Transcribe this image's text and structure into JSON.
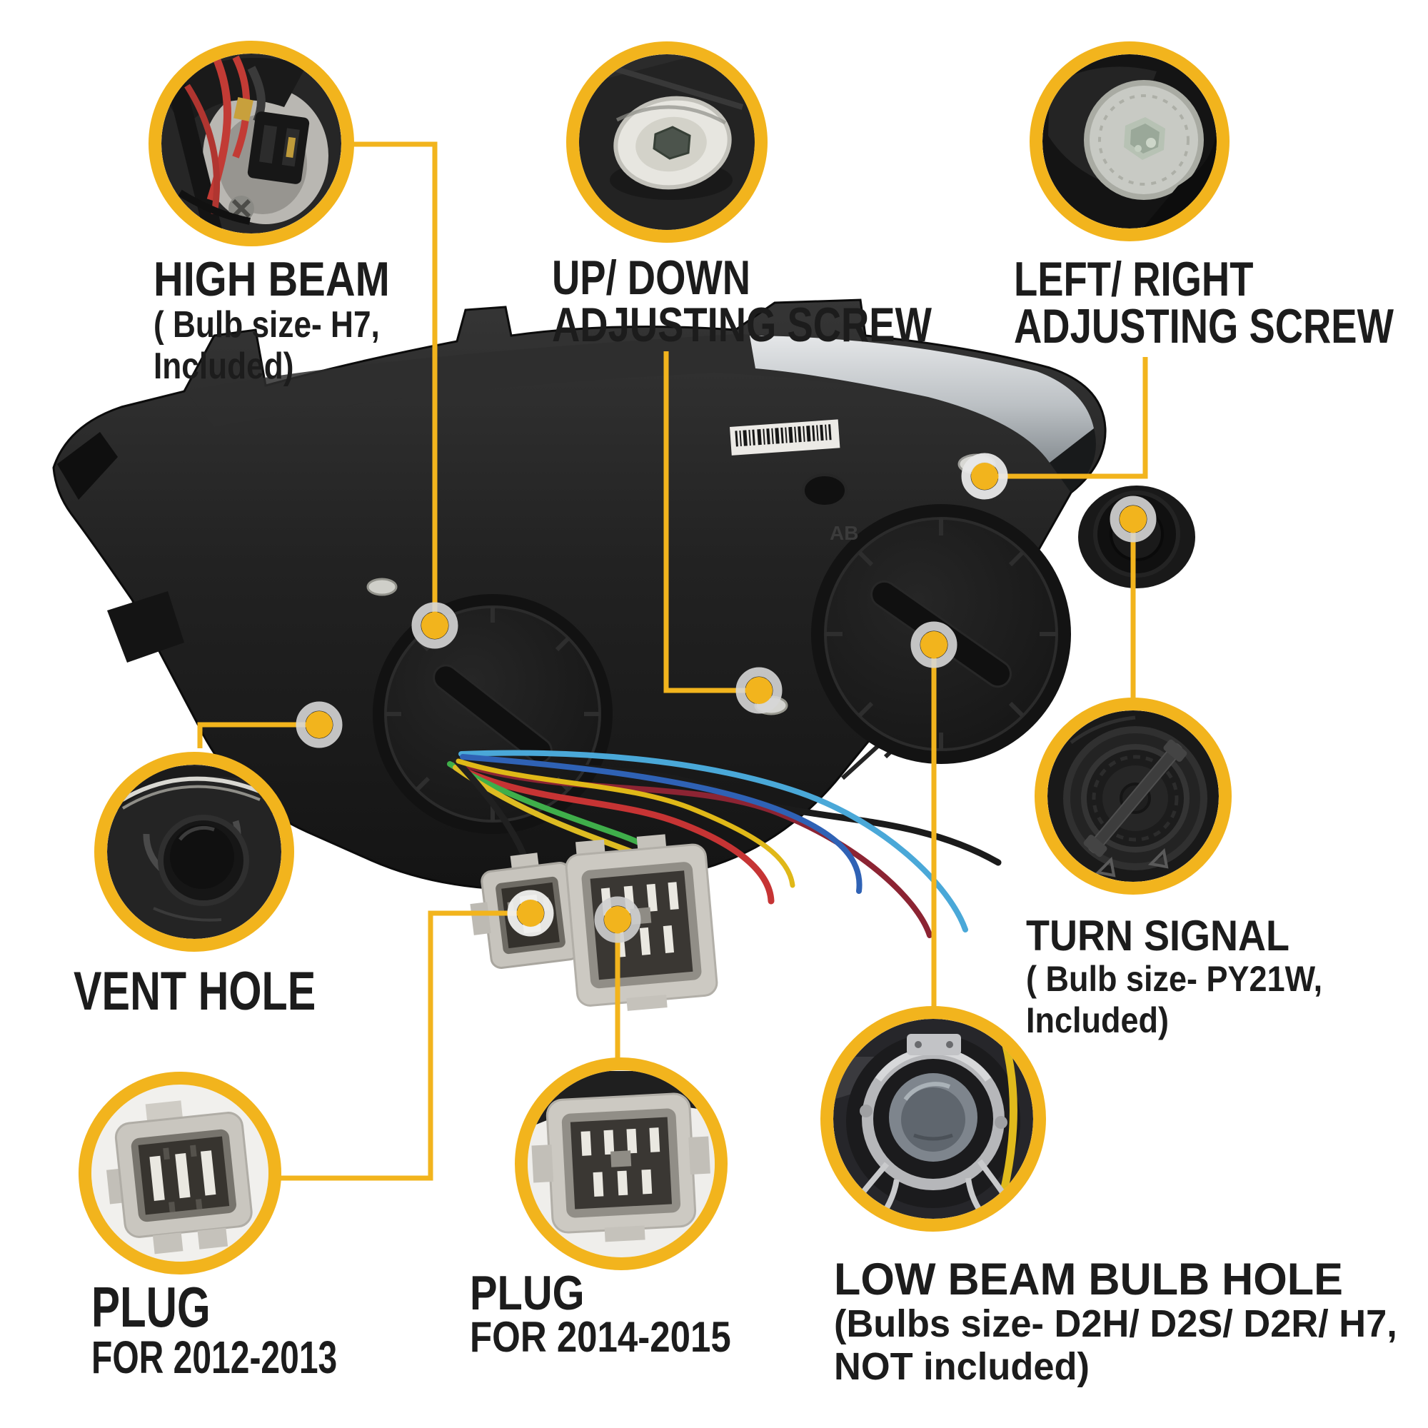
{
  "colors": {
    "accent_yellow": "#F2B41D",
    "dot_ring_gray": "#D6D6D6",
    "text_black": "#1C1C1C",
    "background": "#FFFFFF"
  },
  "callouts": {
    "high_beam": {
      "title": "HIGH BEAM",
      "subtitle_line1": "( Bulb size- H7,",
      "subtitle_line2": "Included)"
    },
    "up_down": {
      "title_line1": "UP/ DOWN",
      "title_line2": "ADJUSTING SCREW"
    },
    "left_right": {
      "title_line1": "LEFT/ RIGHT",
      "title_line2": "ADJUSTING SCREW"
    },
    "vent_hole": {
      "title": "VENT HOLE"
    },
    "plug_2012": {
      "title_line1": "PLUG",
      "title_line2": "FOR 2012-2013"
    },
    "plug_2014": {
      "title_line1": "PLUG",
      "title_line2": "FOR 2014-2015"
    },
    "turn_signal": {
      "title": "TURN SIGNAL",
      "subtitle_line1": "( Bulb size- PY21W,",
      "subtitle_line2": "Included)"
    },
    "low_beam": {
      "title": "LOW BEAM BULB HOLE",
      "subtitle_line1": "(Bulbs size- D2H/ D2S/ D2R/ H7,",
      "subtitle_line2": "NOT included)"
    }
  },
  "product": {
    "housing_marking": "AB"
  }
}
